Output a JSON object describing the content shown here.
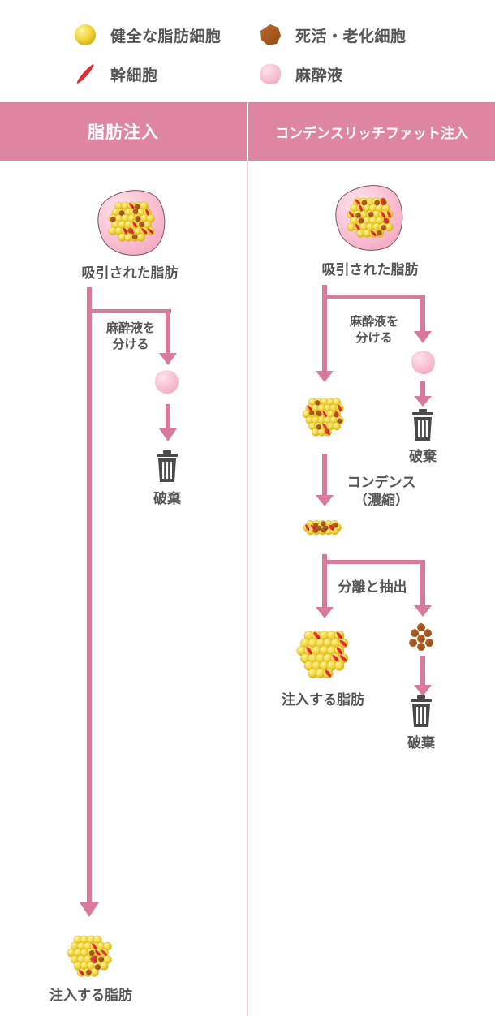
{
  "legend": {
    "healthy_fat_cell": "健全な脂肪細胞",
    "dead_aged_cell": "死活・老化細胞",
    "stem_cell": "幹細胞",
    "anesthetic": "麻酔液"
  },
  "columns": {
    "left": {
      "header": "脂肪注入",
      "aspirated_fat": "吸引された脂肪",
      "separate_anesthetic": [
        "麻酔液を",
        "分ける"
      ],
      "discard": "破棄",
      "injected_fat": "注入する脂肪"
    },
    "right": {
      "header": "コンデンスリッチファット注入",
      "aspirated_fat": "吸引された脂肪",
      "separate_anesthetic": [
        "麻酔液を",
        "分ける"
      ],
      "discard_1": "破棄",
      "condense": [
        "コンデンス",
        "（濃縮）"
      ],
      "separate_extract": "分離と抽出",
      "injected_fat": "注入する脂肪",
      "discard_2": "破棄"
    }
  },
  "colors": {
    "header_bg": "#de85a2",
    "arrow": "#d9799b",
    "fat_yellow": "#f0d33a",
    "dead_brown": "#a85a22",
    "stem_red": "#e0252e",
    "anesthetic_pink": "#f7bdd0",
    "trash": "#4a4a4a"
  },
  "icons": [
    "healthy-fat-cell-icon",
    "dead-cell-icon",
    "stem-cell-icon",
    "anesthetic-icon",
    "trash-icon"
  ]
}
